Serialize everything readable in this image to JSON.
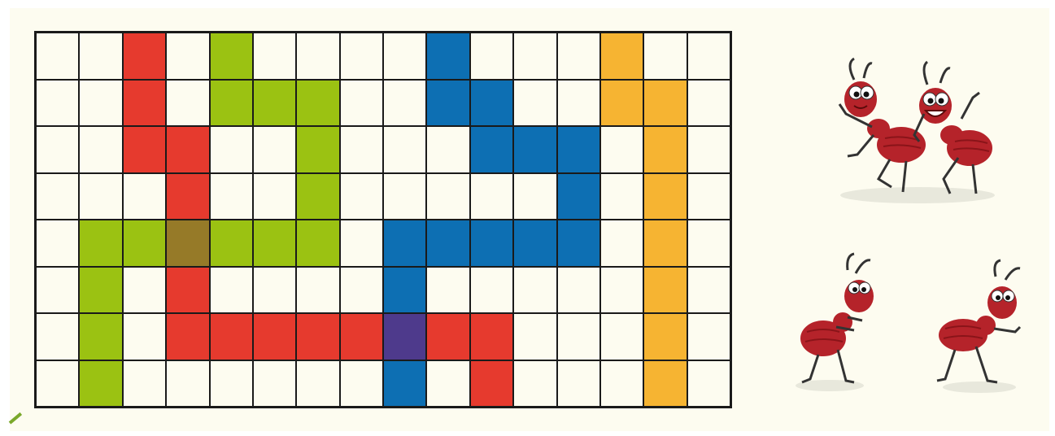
{
  "board": {
    "rows": 8,
    "cols": 16,
    "colors": {
      "empty": "#fdfcf0",
      "red": "#e63a2e",
      "green": "#9bc212",
      "blue": "#0d6fb3",
      "orange": "#f6b432",
      "olive": "#967a28",
      "purple": "#4e3a8c"
    },
    "paths": {
      "red": [
        [
          0,
          2
        ],
        [
          1,
          2
        ],
        [
          2,
          2
        ],
        [
          2,
          3
        ],
        [
          3,
          3
        ],
        [
          5,
          3
        ],
        [
          6,
          3
        ],
        [
          6,
          4
        ],
        [
          6,
          5
        ],
        [
          6,
          6
        ],
        [
          6,
          7
        ],
        [
          6,
          9
        ],
        [
          6,
          10
        ],
        [
          7,
          10
        ]
      ],
      "green": [
        [
          0,
          4
        ],
        [
          1,
          4
        ],
        [
          1,
          5
        ],
        [
          1,
          6
        ],
        [
          2,
          6
        ],
        [
          3,
          6
        ],
        [
          4,
          1
        ],
        [
          4,
          2
        ],
        [
          4,
          4
        ],
        [
          4,
          5
        ],
        [
          4,
          6
        ],
        [
          5,
          1
        ],
        [
          6,
          1
        ],
        [
          7,
          1
        ]
      ],
      "blue": [
        [
          0,
          9
        ],
        [
          1,
          9
        ],
        [
          1,
          10
        ],
        [
          2,
          10
        ],
        [
          2,
          11
        ],
        [
          2,
          12
        ],
        [
          3,
          12
        ],
        [
          4,
          8
        ],
        [
          4,
          9
        ],
        [
          4,
          10
        ],
        [
          4,
          11
        ],
        [
          4,
          12
        ],
        [
          5,
          8
        ],
        [
          7,
          8
        ]
      ],
      "orange": [
        [
          0,
          13
        ],
        [
          1,
          13
        ],
        [
          1,
          14
        ],
        [
          2,
          14
        ],
        [
          3,
          14
        ],
        [
          4,
          14
        ],
        [
          5,
          14
        ],
        [
          6,
          14
        ],
        [
          7,
          14
        ]
      ]
    },
    "overlaps": [
      {
        "cell": [
          4,
          3
        ],
        "color": "olive"
      },
      {
        "cell": [
          6,
          8
        ],
        "color": "purple"
      }
    ]
  },
  "ants": [
    {
      "name": "ant-waving-left"
    },
    {
      "name": "ant-laughing-right"
    },
    {
      "name": "ant-walking-left"
    },
    {
      "name": "ant-walking-right"
    }
  ],
  "ant_colors": {
    "body": "#b5232a",
    "shade": "#8a1419",
    "eye": "#ffffff",
    "legs": "#3a3a3a"
  }
}
